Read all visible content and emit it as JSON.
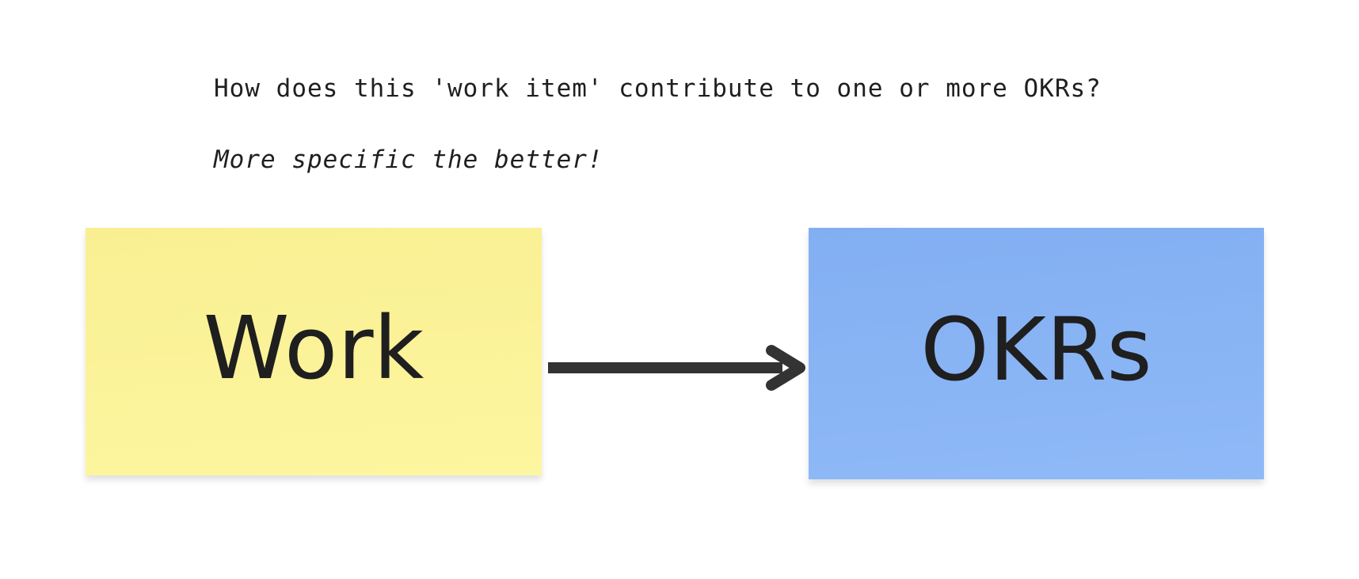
{
  "board": {
    "question": "How does this 'work item' contribute to one or more OKRs?",
    "hint": "More specific the better!"
  },
  "stickies": {
    "work": {
      "label": "Work",
      "color": "#fbf29a"
    },
    "okrs": {
      "label": "OKRs",
      "color": "#86b3f4"
    }
  },
  "connector": {
    "color": "#333333",
    "icon": "arrow-right-icon"
  }
}
